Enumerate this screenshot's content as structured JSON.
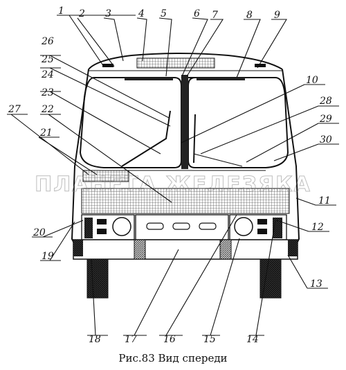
{
  "caption": "Рис.83 Вид спереди",
  "watermark": "ПЛАНЕТА ЖЕЛЕЗЯКА",
  "callouts": [
    "1",
    "2",
    "3",
    "4",
    "5",
    "6",
    "7",
    "8",
    "9",
    "10",
    "11",
    "12",
    "13",
    "14",
    "15",
    "16",
    "17",
    "18",
    "19",
    "20",
    "21",
    "22",
    "23",
    "24",
    "25",
    "26",
    "27",
    "28",
    "29",
    "30"
  ]
}
